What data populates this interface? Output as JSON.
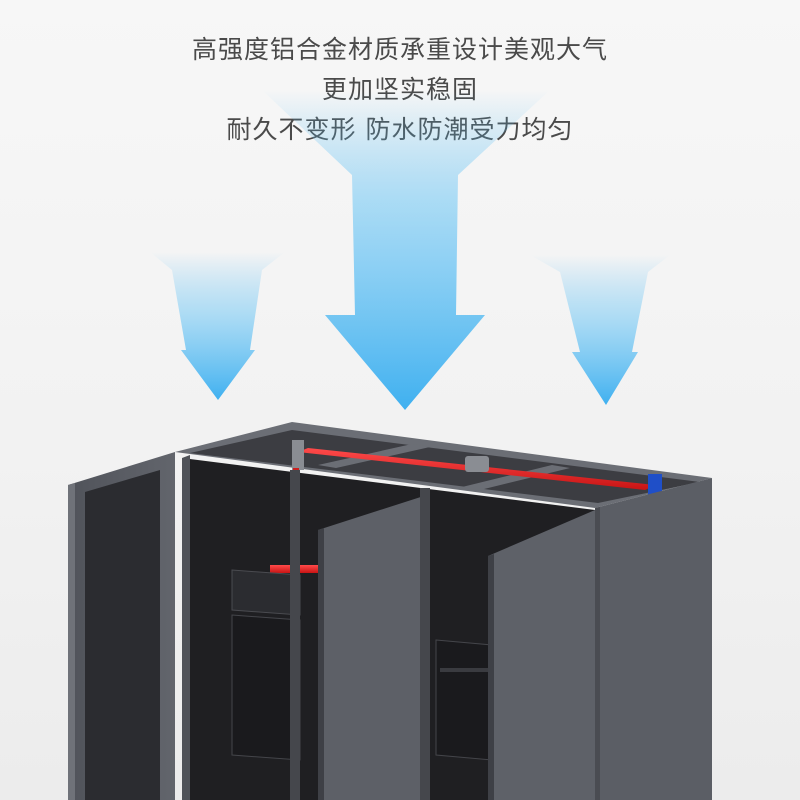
{
  "headline": {
    "line1": "高强度铝合金材质承重设计美观大气",
    "line2": "更加坚实稳固",
    "line3": "耐久不变形  防水防潮受力均匀"
  },
  "colors": {
    "arrow_blue": "#4fb9f2",
    "cabinet_gray": "#5a5d64",
    "cabinet_dark": "#232326",
    "pipe_red": "#e02222",
    "accent_blue": "#1f4fc8"
  },
  "illustration": {
    "arrows": [
      "arrow-down-icon",
      "arrow-down-icon",
      "arrow-down-icon"
    ],
    "product": "aquarium-cabinet-stand"
  }
}
